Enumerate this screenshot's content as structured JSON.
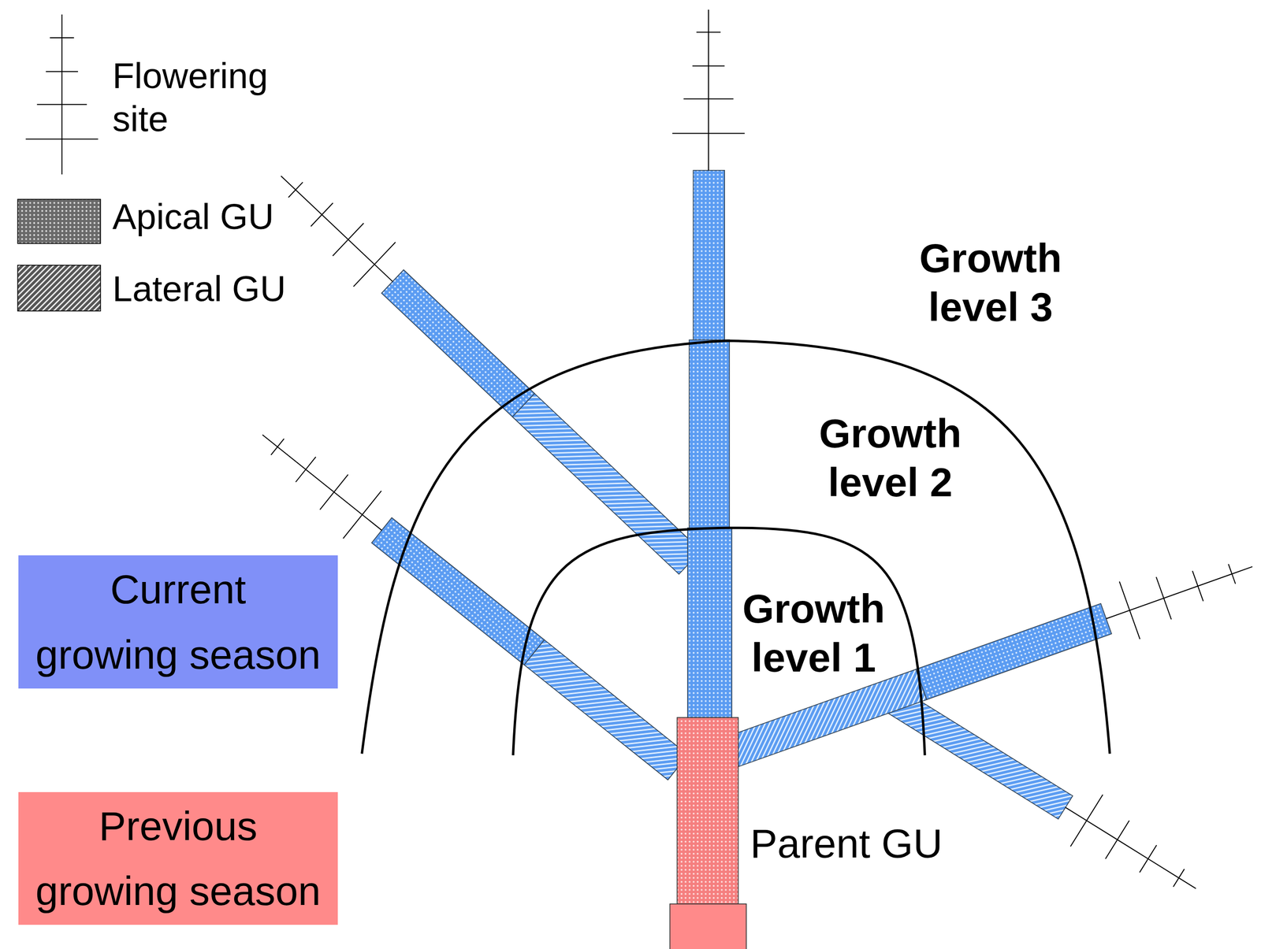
{
  "diagram": {
    "labels": [
      "Growth level 3",
      "Growth level 2",
      "Growth level 1",
      "Parent GU"
    ],
    "legend": [
      {
        "text": "Flowering site"
      },
      {
        "text": "Apical GU"
      },
      {
        "text": "Lateral GU"
      },
      {
        "text": "Current growing season",
        "color": "#8090f8"
      },
      {
        "text": "Previous growing season",
        "color": "#ff8a8a"
      }
    ]
  }
}
